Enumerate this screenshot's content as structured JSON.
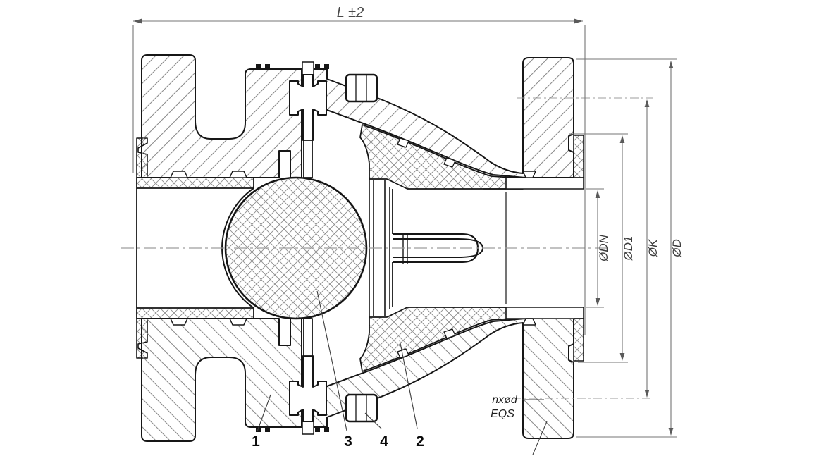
{
  "drawing": {
    "type": "technical-section-drawing",
    "subject": "check-valve-cross-section",
    "dimensions": {
      "length": "L ±2",
      "bore": "ØDN",
      "gasket_face": "ØD1",
      "bolt_circle": "ØK",
      "flange_od": "ØD"
    },
    "bolt_note": {
      "line1": "nxød",
      "line2": "EQS"
    },
    "callouts": {
      "c1": "1",
      "c3": "3",
      "c4": "4",
      "c2": "2"
    },
    "colors": {
      "outline": "#161616",
      "hatch": "#8d8d8d",
      "dimension": "#757575",
      "centerline": "#9e9e9e",
      "background": "#ffffff"
    }
  }
}
